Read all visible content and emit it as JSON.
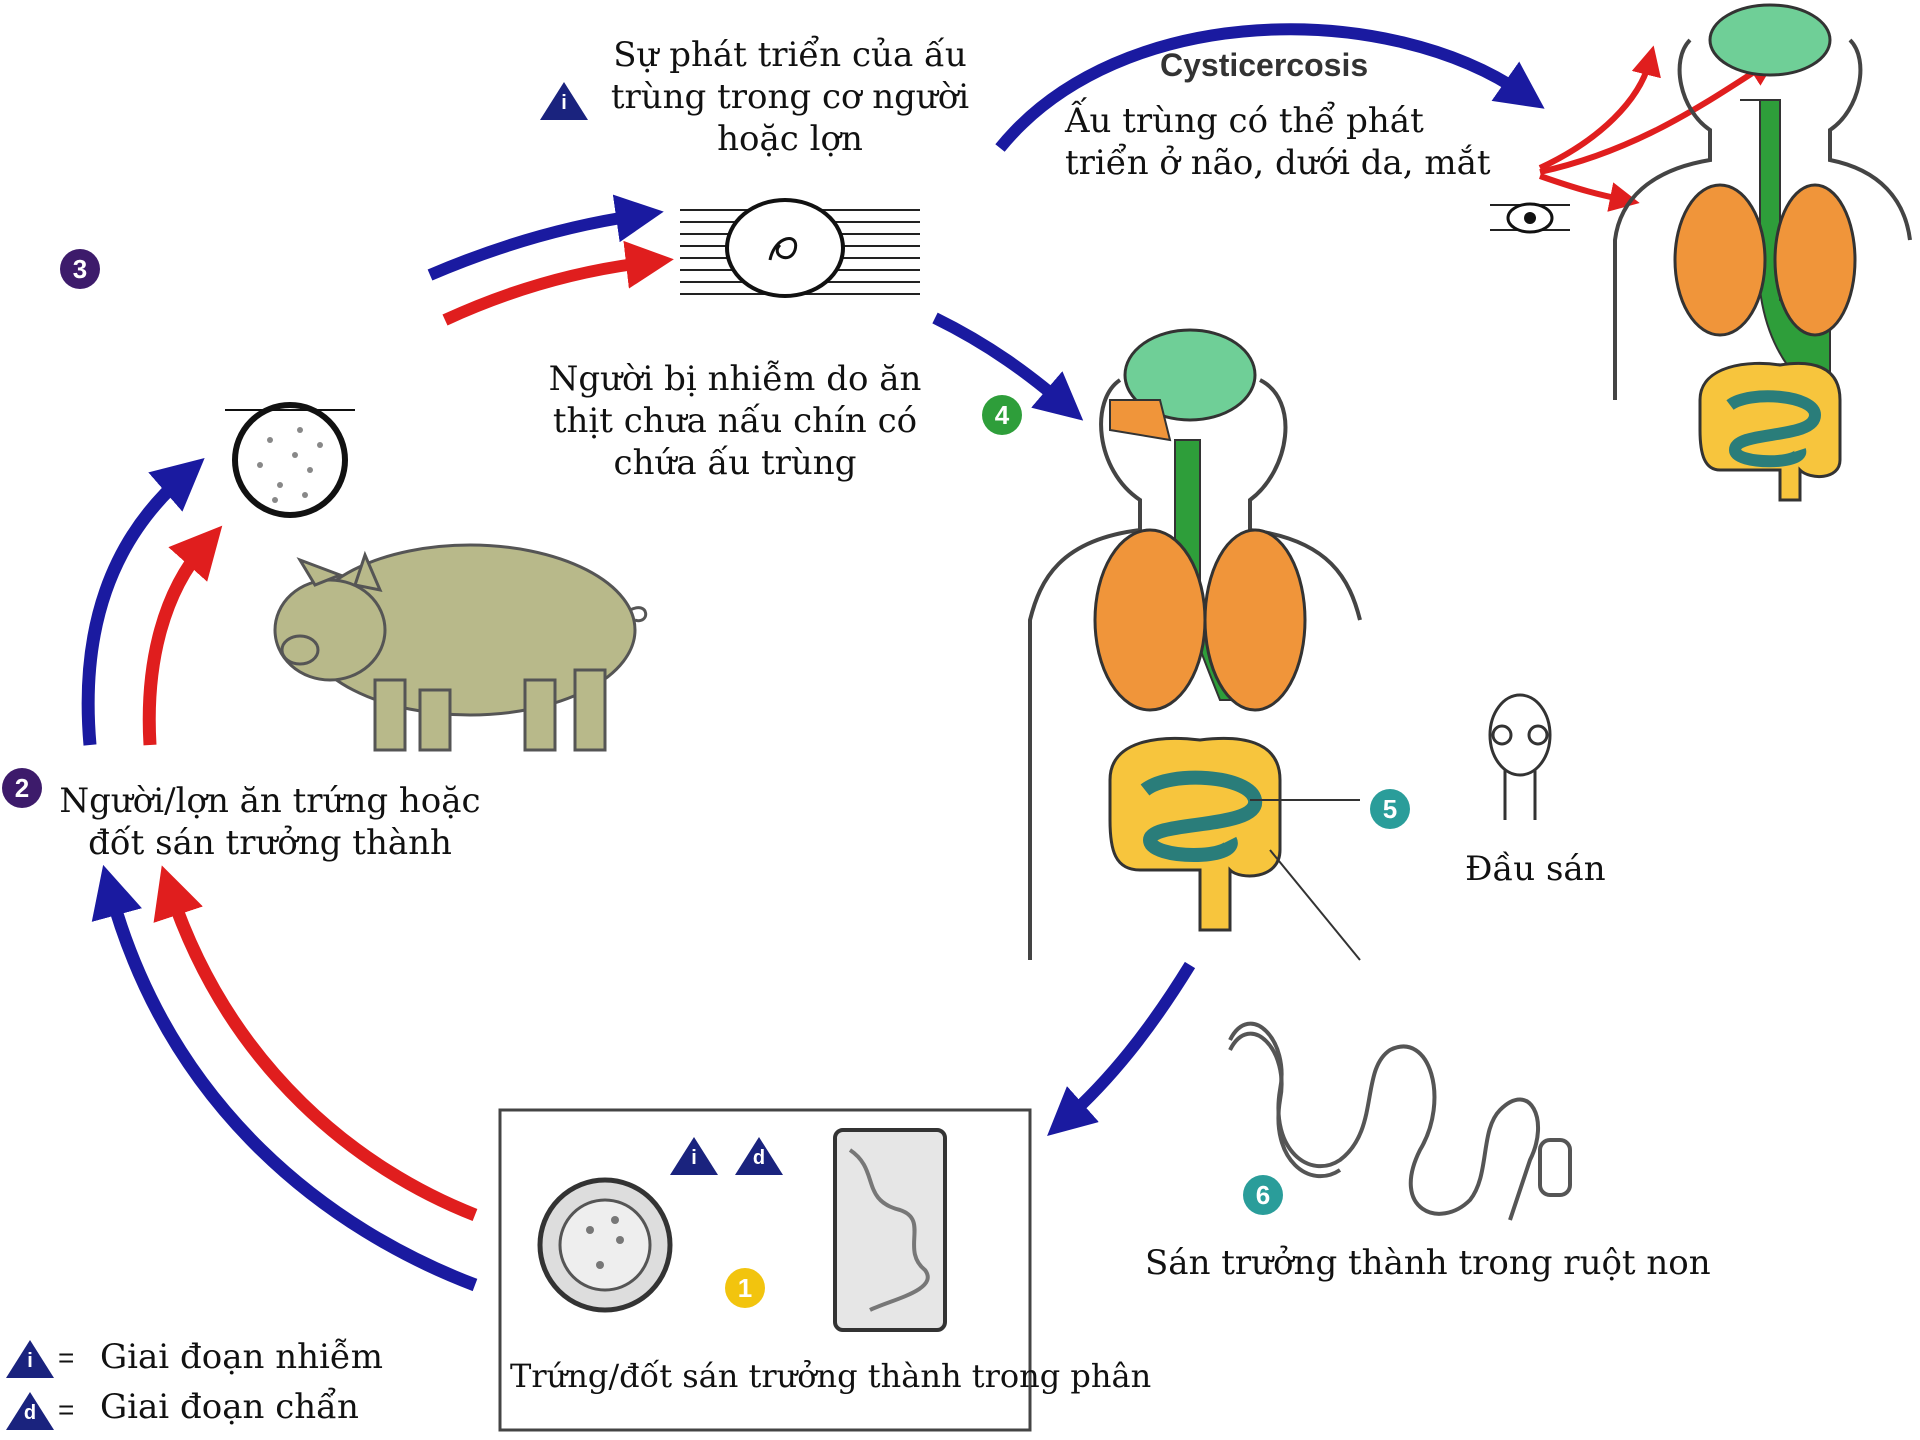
{
  "colors": {
    "blue": "#1a1aa0",
    "red": "#e01e1e",
    "purple": "#3d1b6b",
    "green": "#2e9e3a",
    "teal": "#2a9d9a",
    "yellow": "#f2c40e",
    "brain": "#6fcf97",
    "lung": "#f0953a",
    "colon": "#f7c53d",
    "intestine": "#3a9a9a",
    "pig": "#b8b98a"
  },
  "steps": [
    {
      "number": "1",
      "text": "Trứng/đốt sán trưởng thành trong phân",
      "icons": [
        "infective-stage-icon",
        "diagnostic-stage-icon"
      ]
    },
    {
      "number": "2",
      "text": [
        "Người/lợn ăn trứng hoặc",
        "đốt sán trưởng thành"
      ]
    },
    {
      "number": "3",
      "text": [
        "Sự phát triển của ấu",
        "trùng trong cơ người",
        "hoặc lợn"
      ],
      "icons": [
        "infective-stage-icon"
      ]
    },
    {
      "number": "4",
      "text": [
        "Người bị nhiễm do ăn",
        "thịt chưa nấu chín có",
        "chứa ấu trùng"
      ]
    },
    {
      "number": "5",
      "text": "Đầu sán"
    },
    {
      "number": "6",
      "text": "Sán trưởng thành trong ruột non"
    }
  ],
  "cysticercosis": {
    "title": "Cysticercosis",
    "text": [
      "Ấu trùng có thể phát",
      "triển ở não, dưới da, mắt"
    ]
  },
  "legend": [
    {
      "symbol": "i",
      "label": "Giai đoạn nhiễm"
    },
    {
      "symbol": "d",
      "label": "Giai đoạn chẩn"
    }
  ]
}
